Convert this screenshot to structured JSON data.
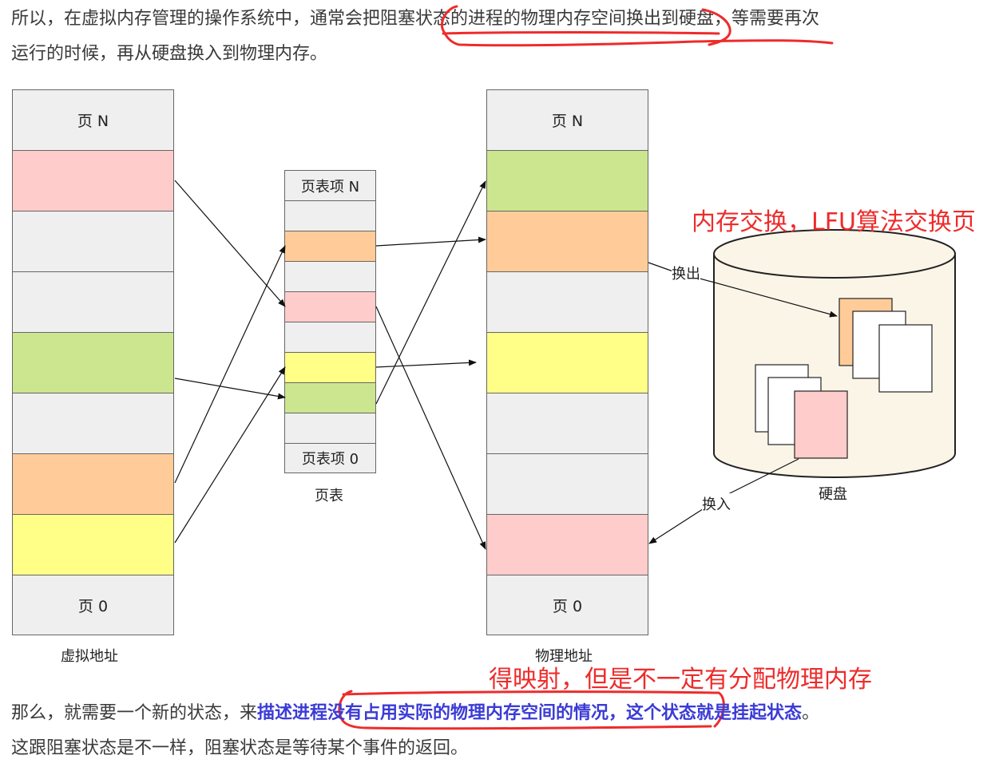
{
  "paragraph_top": {
    "line1_pre": "所以，在虚拟内存管理的操作系统中，通常会把",
    "line1_mid": "阻塞状态的进程的物理内存空间换出到硬盘",
    "line1_post": "，等需要再次",
    "line2": "运行的时候，再从硬盘换入到物理内存。"
  },
  "virtual_memory": {
    "top_label": "页 N",
    "bottom_label": "页 0",
    "caption": "虚拟地址",
    "rows": [
      "top",
      "pink",
      "gray",
      "gray",
      "green",
      "gray",
      "orange",
      "yellow",
      "bottom"
    ]
  },
  "page_table": {
    "top_label": "页表项 N",
    "bottom_label": "页表项 0",
    "caption": "页表",
    "rows": [
      "top",
      "gray",
      "orange",
      "gray",
      "pink",
      "gray",
      "yellow",
      "green",
      "gray",
      "bottom"
    ]
  },
  "physical_memory": {
    "top_label": "页 N",
    "bottom_label": "页 0",
    "caption": "物理地址",
    "rows": [
      "top",
      "green",
      "orange",
      "gray",
      "yellow",
      "gray",
      "gray",
      "pink",
      "bottom"
    ]
  },
  "disk": {
    "caption": "硬盘",
    "swap_out_label": "换出",
    "swap_in_label": "换入"
  },
  "annotations": {
    "swap_note": "内存交换，LFU算法交换页",
    "mapping_note": "得映射，但是不一定有分配物理内存"
  },
  "paragraph_bottom": {
    "line1_pre": "那么，就需要一个新的状态，来",
    "line1_bold1": "描述进程没有占用实际的物理内存空间的情况",
    "line1_sep": "，",
    "line1_bold2": "这个状态就是挂起状态",
    "line1_post": "。",
    "line2": "这跟阻塞状态是不一样，阻塞状态是等待某个事件的返回。"
  },
  "colors": {
    "gray": "#efefef",
    "pink": "#ffcccc",
    "green": "#cce68f",
    "orange": "#ffcc99",
    "yellow": "#ffff88",
    "disk": "#fbf5e8",
    "annotation_red": "#ee2b2b",
    "highlight_blue": "#3b3bd6"
  }
}
